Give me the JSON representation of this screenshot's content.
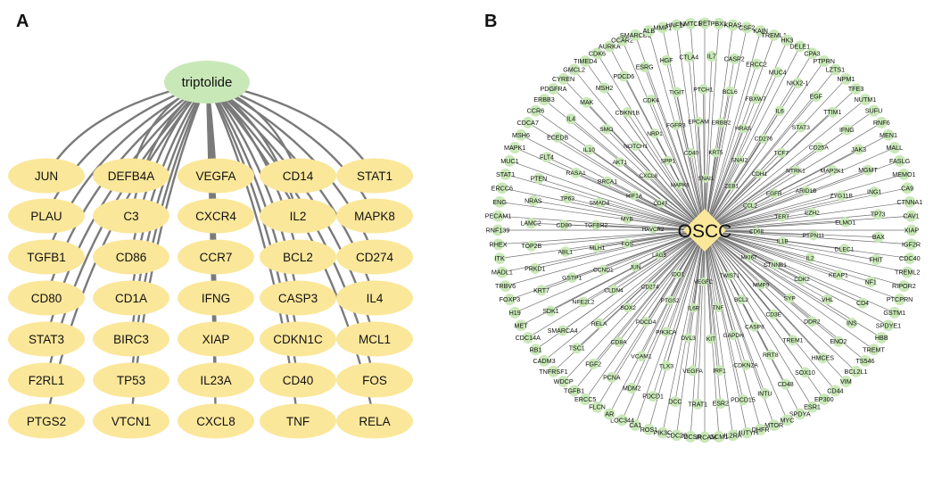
{
  "panels": [
    {
      "label": "A"
    },
    {
      "label": "B"
    }
  ],
  "panel_a": {
    "drug": "triptolide",
    "genes": [
      [
        "JUN",
        "DEFB4A",
        "VEGFA",
        "CD14",
        "STAT1"
      ],
      [
        "PLAU",
        "C3",
        "CXCR4",
        "IL2",
        "MAPK8"
      ],
      [
        "TGFB1",
        "CD86",
        "CCR7",
        "BCL2",
        "CD274"
      ],
      [
        "CD80",
        "CD1A",
        "IFNG",
        "CASP3",
        "IL4"
      ],
      [
        "STAT3",
        "BIRC3",
        "XIAP",
        "CDKN1C",
        "MCL1"
      ],
      [
        "F2RL1",
        "TP53",
        "IL23A",
        "CD40",
        "FOS"
      ],
      [
        "PTGS2",
        "VTCN1",
        "CXCL8",
        "TNF",
        "RELA"
      ]
    ],
    "colors": {
      "drug_fill": "#c9e8b8",
      "gene_fill": "#fbe79a",
      "edge": "#7a7a7a"
    }
  },
  "panel_b": {
    "hub": "OSCC",
    "colors": {
      "hub_fill": "#fbe79a",
      "node_fill": "#c9e8b8",
      "edge": "#707070"
    },
    "outer_ring": [
      "RET",
      "PBX1",
      "KRAS",
      "CSF2",
      "KAIN",
      "TREML1",
      "HK3",
      "DELE1",
      "CPA3",
      "PTPRN",
      "LZTS1",
      "NPM1",
      "TFE3",
      "NUTM1",
      "SUFU",
      "RNF6",
      "MEN1",
      "MALL",
      "FASLG",
      "MEMO1",
      "CA9",
      "CTNNA1",
      "CAV1",
      "XIAP",
      "IGF2R",
      "CDC40",
      "TREML2",
      "RIPOR2",
      "PTCPRN",
      "GSTM1",
      "SPDYE1",
      "HBB",
      "TREMT",
      "TS546",
      "BCL2L1",
      "VIM",
      "CD44",
      "EP300",
      "ESR1",
      "SPDYA",
      "MYC",
      "MTOR",
      "DHFR",
      "MUTYH",
      "IL2RA",
      "GCM1",
      "NRCAM",
      "FDCSP",
      "CDC20",
      "PIK3C",
      "ROS1",
      "CA1",
      "LOC344",
      "AR",
      "FLCN",
      "ERCC5",
      "TGFB1",
      "WDCP",
      "TNFRSF1",
      "CADM3",
      "RB1",
      "CDC14A",
      "MET",
      "H19",
      "FOXP3",
      "TRBV6",
      "MADL1",
      "ITK",
      "RHEX",
      "RNF139",
      "PECAM1",
      "ENG",
      "ERCC6",
      "STAT1",
      "MUC1",
      "MAPK1",
      "MSH6",
      "CDCA7",
      "CCR6",
      "ERBB3",
      "PDGFRA",
      "CYREN",
      "GMCL2",
      "TIMED4",
      "CDK6",
      "AURKA",
      "OCAR2",
      "SMARCB1",
      "ALB",
      "MMP1",
      "HNF1A",
      "NMTC1"
    ],
    "ring2": [
      "CASP2",
      "ERCC2",
      "MUC4",
      "NKX2-1",
      "EGF",
      "TTIM1",
      "IFNG",
      "JAK3",
      "MGMT",
      "ING1",
      "TP73",
      "BAX",
      "FHIT",
      "NF1",
      "CD4",
      "INS",
      "ENO2",
      "HMCES",
      "SOX10",
      "CD48",
      "INTU",
      "PDCD15",
      "ESR2",
      "TRAT1",
      "DCC",
      "PDCD1",
      "MDM2",
      "PCNA",
      "FGF2",
      "TSC1",
      "SMARCA4",
      "SDK1",
      "KRT7",
      "PRKD1",
      "TOP2B",
      "LAMC2",
      "NRAS",
      "PTEN",
      "FLT4",
      "ECEDB",
      "IL4",
      "MAK",
      "MSH2",
      "PDCD6",
      "ESRG",
      "HGF",
      "CTLA4",
      "IL7"
    ],
    "ring3": [
      "FBXW7",
      "IL6",
      "STAT3",
      "CD25A",
      "MAP2K1",
      "ZYG11B",
      "ELMO1",
      "DLEC1",
      "KEAP1",
      "VHL",
      "DDR2",
      "TREM1",
      "RRT8",
      "CDKN2A",
      "IRF1",
      "VEGFA",
      "TLX3",
      "VCAM1",
      "CD8A",
      "RELA",
      "NFE2L2",
      "GSTP1",
      "ABL1",
      "CD80",
      "TP63",
      "RASA1",
      "IL10",
      "SMO",
      "CDKN1B",
      "CDK4",
      "TIGIT",
      "PTCH1",
      "BCL6"
    ],
    "ring4": [
      "CD276",
      "TCF7",
      "NTRK1",
      "ARID1B",
      "EZH2",
      "PTPN11",
      "IL2",
      "CDK2",
      "SYP",
      "CD3E",
      "CASP8",
      "GAPDH",
      "KIT",
      "DVL3",
      "PIK3CA",
      "PDCD4",
      "SOX2",
      "CLDN4",
      "CCND1",
      "MLH1",
      "TGFBR2",
      "SMAD4",
      "BRCA1",
      "AKT1",
      "NOTCH1",
      "NRP1",
      "FGFR3",
      "EPCAM",
      "ERBB2",
      "HRAS"
    ],
    "ring5": [
      "CDH1",
      "EGFR",
      "TERT",
      "IL1B",
      "CTNNB1",
      "MMP9",
      "BCL2",
      "TNF",
      "IL6R",
      "PTGS2",
      "CD274",
      "JUN",
      "FOS",
      "MYB",
      "HIF1A",
      "CXCL8",
      "SPP1",
      "CD40",
      "KRT5",
      "SNAI2"
    ],
    "ring6": [
      "CCL2",
      "CD68",
      "MKI67",
      "TWIST1",
      "VEGFC",
      "IDO1",
      "LAG3",
      "HAVCR2",
      "CD47",
      "MAPK8",
      "SNAI1",
      "ZEB1"
    ]
  }
}
